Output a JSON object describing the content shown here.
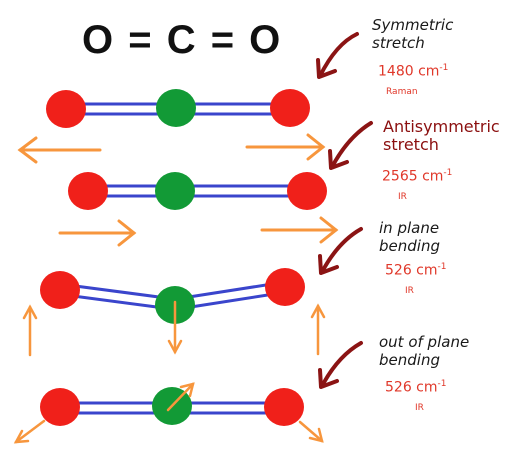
{
  "title": "O = C = O",
  "colors": {
    "oxygen": "#f0201a",
    "carbon": "#129a36",
    "bond": "#3a45cc",
    "motion_arrow": "#f7963d",
    "pointer_arrow": "#8b1414",
    "frequency_text": "#e0382a"
  },
  "modes": [
    {
      "name": "Symmetric\nstretch",
      "frequency": "1480 cm",
      "exponent": "-1",
      "activity": "Raman"
    },
    {
      "name": "Antisymmetric\nstretch",
      "frequency": "2565 cm",
      "exponent": "-1",
      "activity": "IR"
    },
    {
      "name": "in plane\nbending",
      "frequency": "526 cm",
      "exponent": "-1",
      "activity": "IR"
    },
    {
      "name": "out of plane\nbending",
      "frequency": "526 cm",
      "exponent": "-1",
      "activity": "IR"
    }
  ]
}
